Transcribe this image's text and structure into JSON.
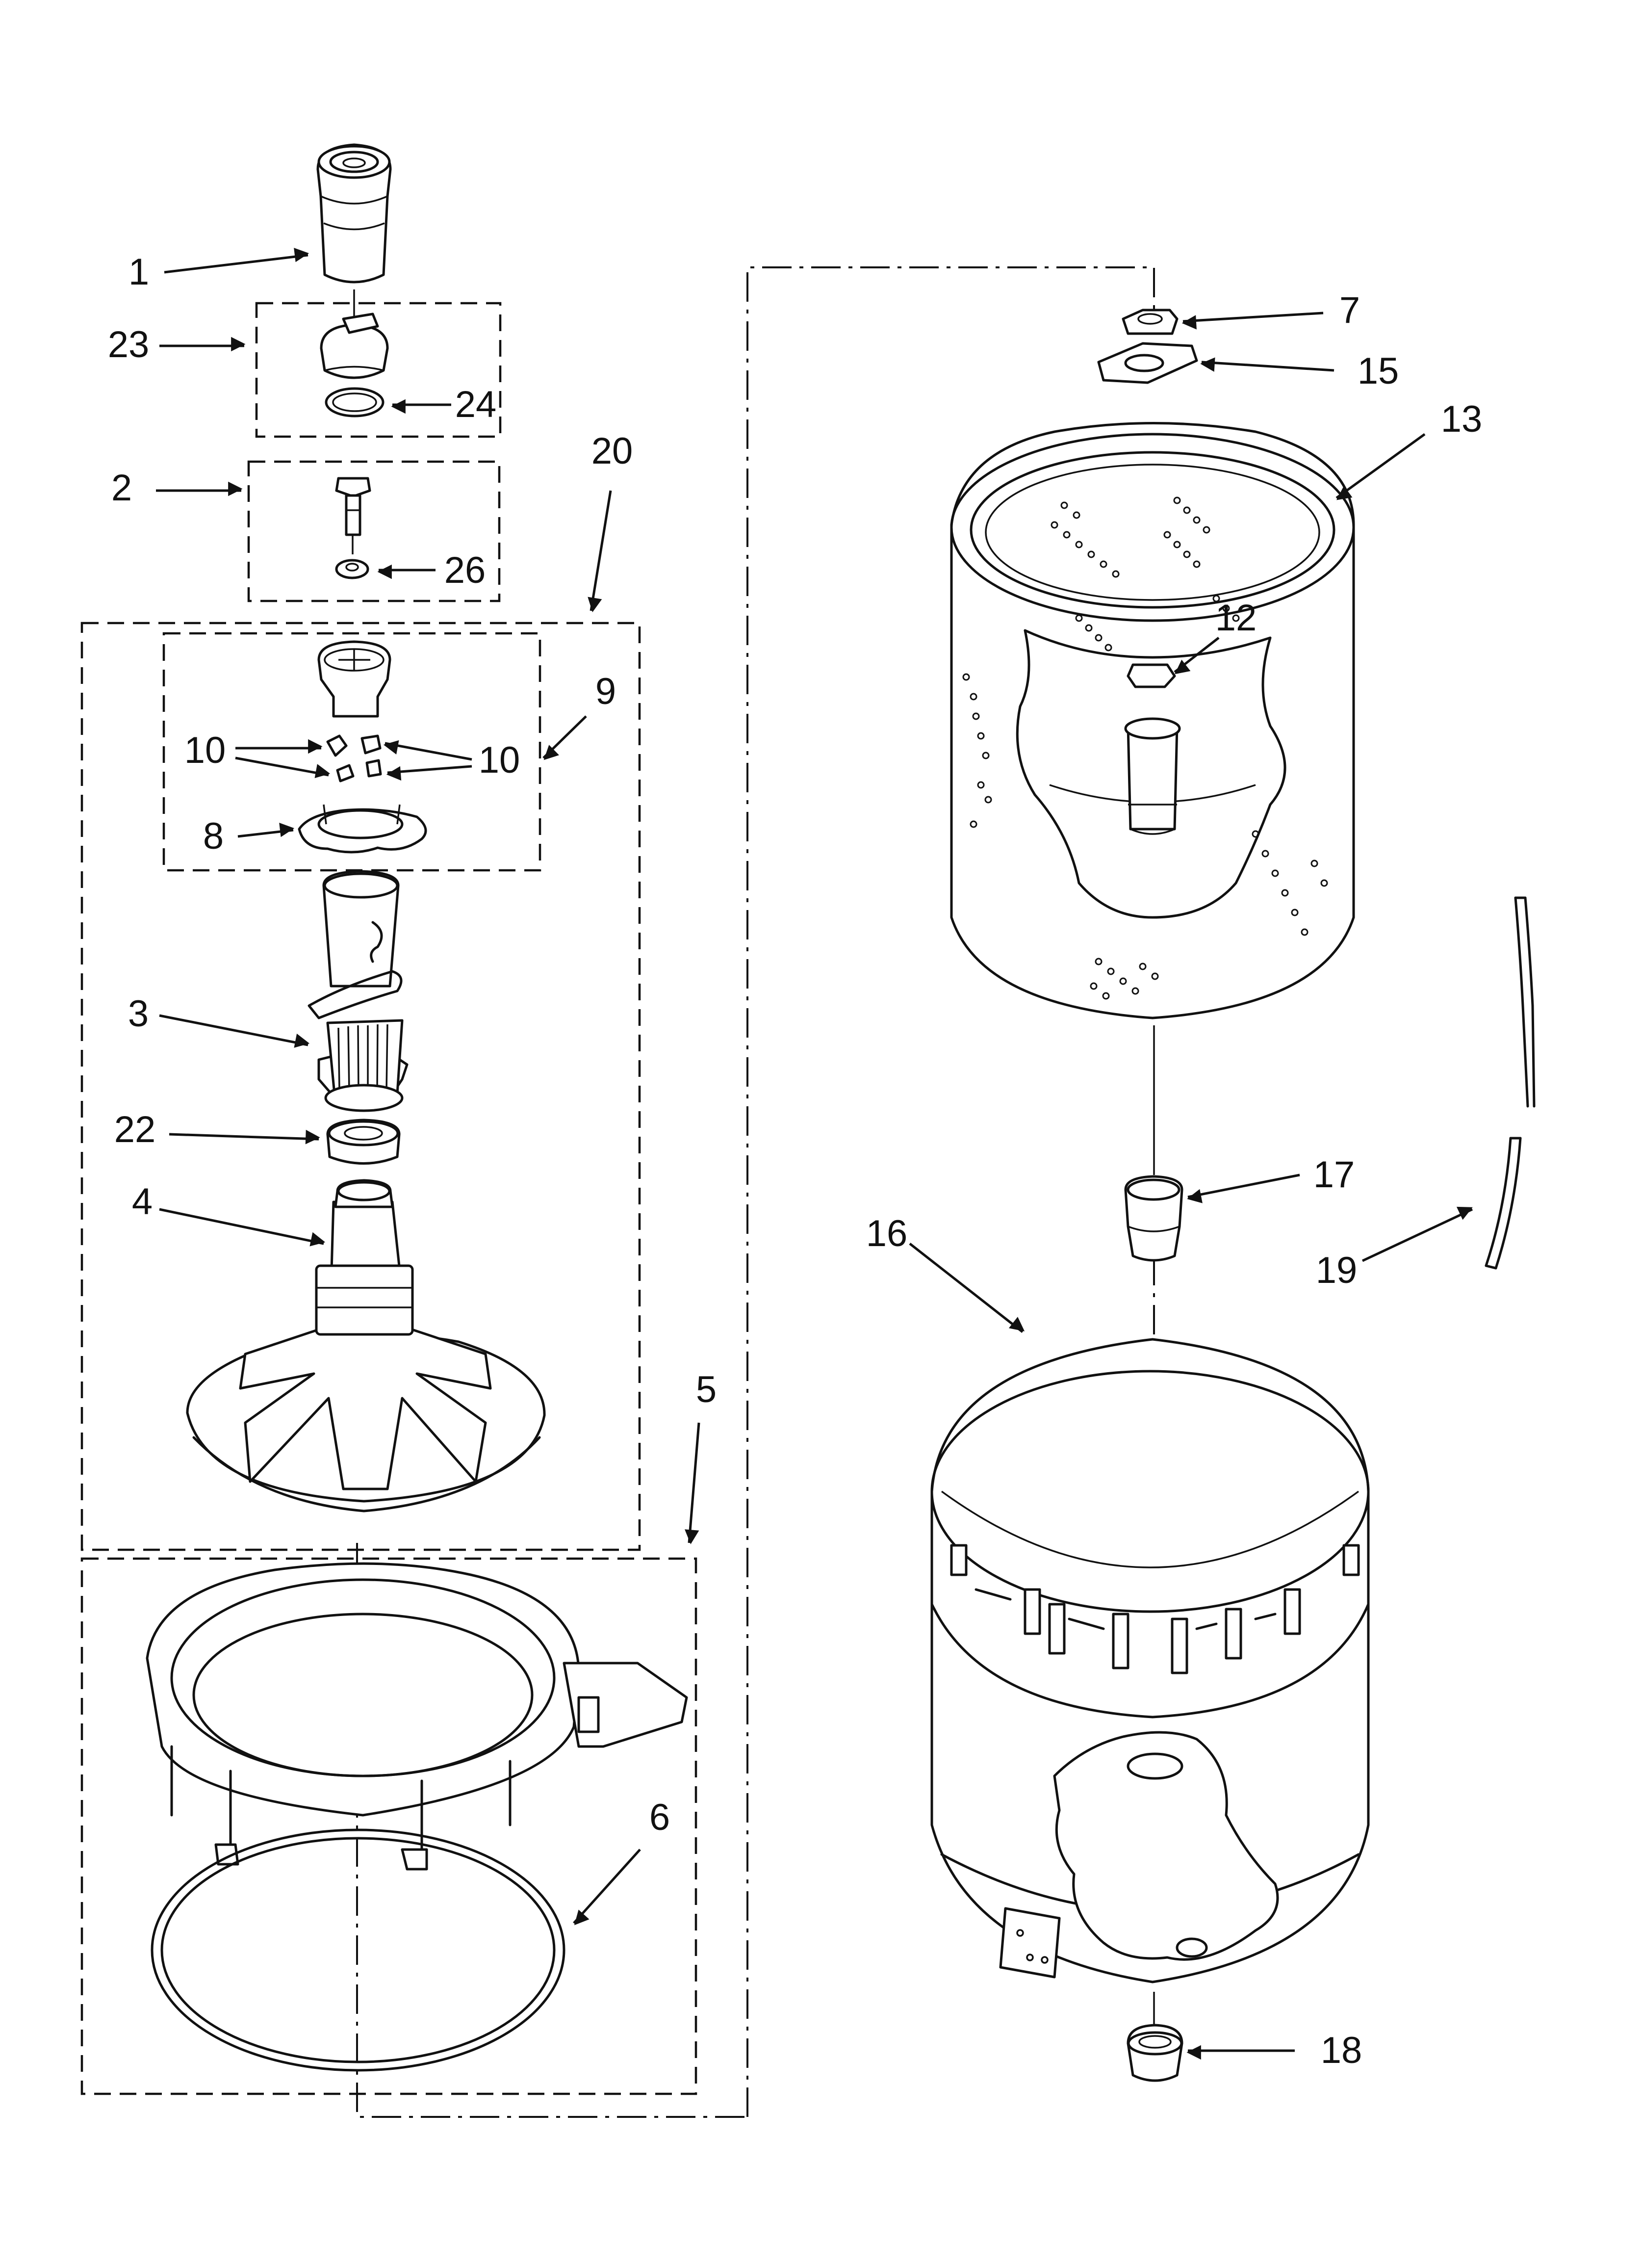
{
  "callouts": {
    "c1": "1",
    "c2": "2",
    "c3": "3",
    "c4": "4",
    "c5": "5",
    "c6": "6",
    "c7": "7",
    "c8": "8",
    "c9": "9",
    "c10a": "10",
    "c10b": "10",
    "c12": "12",
    "c13": "13",
    "c15": "15",
    "c16": "16",
    "c17": "17",
    "c18": "18",
    "c19": "19",
    "c20": "20",
    "c22": "22",
    "c23": "23",
    "c24": "24",
    "c26": "26"
  }
}
